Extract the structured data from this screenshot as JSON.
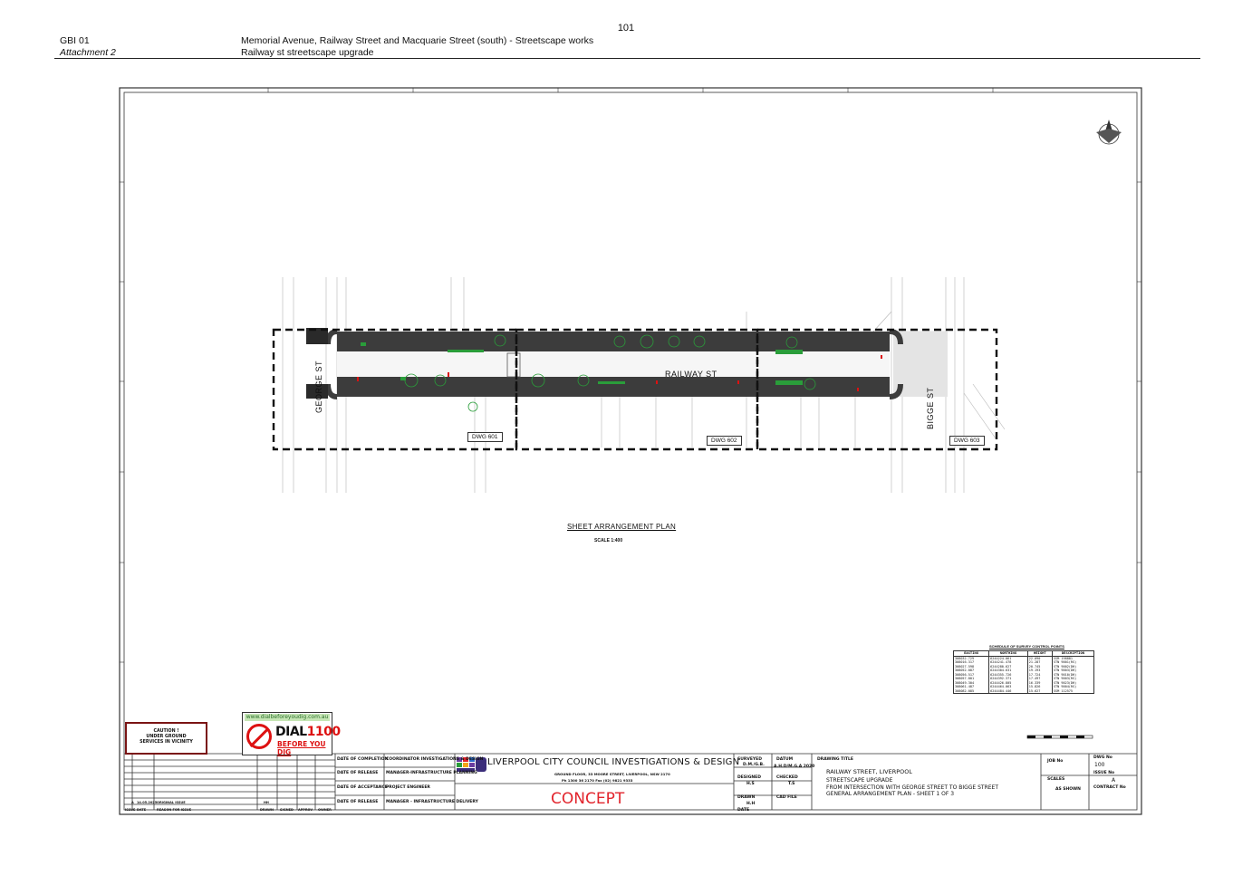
{
  "header": {
    "page_number": "101",
    "ref": "GBI 01",
    "attachment": "Attachment 2",
    "title": "Memorial Avenue, Railway Street and Macquarie Street (south) - Streetscape works",
    "subtitle": "Railway st streetscape upgrade"
  },
  "plan": {
    "title": "SHEET ARRANGEMENT PLAN",
    "scale": "SCALE 1:400",
    "street_labels": {
      "george": "GEORGE ST",
      "railway": "RAILWAY ST",
      "bigge": "BIGGE ST"
    },
    "dwg_labels": [
      "DWG 601",
      "DWG 602",
      "DWG 603"
    ]
  },
  "caution": {
    "line1": "CAUTION !",
    "line2": "UNDER GROUND",
    "line3": "SERVICES IN VICINITY"
  },
  "dial": {
    "url": "www.dialbeforeyoudig.com.au",
    "dial": "DIAL",
    "number": "1100",
    "tag": "BEFORE YOU DIG"
  },
  "schedule": {
    "title": "SCHEDULE OF SURVEY CONTROL POINTS",
    "headers": [
      "EASTING",
      "NORTHING",
      "HEIGHT",
      "DESCRIPTION"
    ],
    "rows": [
      [
        "308032.729",
        "6244224.061",
        "22.090",
        "SSM 198881"
      ],
      [
        "308016.317",
        "6244241.478",
        "21.287",
        "STN 9001(RS)"
      ],
      [
        "308027.598",
        "6244280.627",
        "20.745",
        "STN 9002(DH)"
      ],
      [
        "308052.087",
        "6244304.631",
        "19.193",
        "STN 9003(DH)"
      ],
      [
        "308056.517",
        "6244355.726",
        "17.724",
        "STN 9010(DH)"
      ],
      [
        "308057.801",
        "6244392.371",
        "17.497",
        "STN 9003(RS)"
      ],
      [
        "308049.304",
        "6244426.805",
        "16.339",
        "STN 9023(DH)"
      ],
      [
        "308061.487",
        "6244464.063",
        "15.826",
        "STN 9004(RS)"
      ],
      [
        "308082.085",
        "6244484.446",
        "15.627",
        "SSM 112575"
      ]
    ]
  },
  "title_block": {
    "council": "LIVERPOOL CITY COUNCIL INVESTIGATIONS & DESIGN",
    "address": "GROUND FLOOR, 33 MOORE STREET, LIVERPOOL, NSW 2170",
    "phone": "Ph 1300 36 2170   Fax (02) 9821 9333",
    "status": "CONCEPT",
    "left_labels": [
      "DATE OF COMPLETION",
      "DATE OF RELEASE",
      "DATE OF ACCEPTANCE",
      "DATE OF RELEASE"
    ],
    "roles": [
      "COORDINATOR INVESTIGATIONS & DESIGN",
      "MANAGER-INFRASTRUCTURE PLANNING",
      "PROJECT ENGINEER",
      "MANAGER - INFRASTRUCTURE DELIVERY"
    ],
    "surveyed_label": "SURVEYED",
    "surveyed": "D.M./G.B.",
    "datum_label": "DATUM",
    "datum": "A.H.D/M.G.A 2020",
    "designed_label": "DESIGNED",
    "designed": "H.S",
    "checked_label": "CHECKED",
    "checked": "T.S",
    "drawn_label": "DRAWN",
    "drawn": "H.H",
    "cad_label": "CAD FILE",
    "date_label": "DATE",
    "drawing_title_label": "DRAWING TITLE",
    "drawing_title_1": "RAILWAY STREET, LIVERPOOL",
    "drawing_title_2": "STREETSCAPE UPGRADE",
    "drawing_title_3": "FROM INTERSECTION WITH GEORGE STREET TO BIGGE STREET",
    "drawing_title_4": "GENERAL ARRANGEMENT PLAN - SHEET 1 OF 3",
    "job_label": "JOB No",
    "dwg_label": "DWG No",
    "dwg_no": "100",
    "issue_label": "ISSUE No",
    "issue": "A",
    "scales_label": "SCALES",
    "scales": "AS SHOWN",
    "contract_label": "CONTRACT No",
    "rev_headers": [
      "ISSUE",
      "DATE",
      "REASON FOR ISSUE",
      "DRAWN",
      "SIGNED",
      "APPROV",
      "OWNER"
    ],
    "rev_row": [
      "A",
      "14.05.2025",
      "ORIGINAL ISSUE",
      "HH"
    ]
  },
  "colors": {
    "road": "#3c3c3c",
    "planting": "#2a9d3a",
    "status": "#e2242c",
    "frame": "#333333"
  }
}
